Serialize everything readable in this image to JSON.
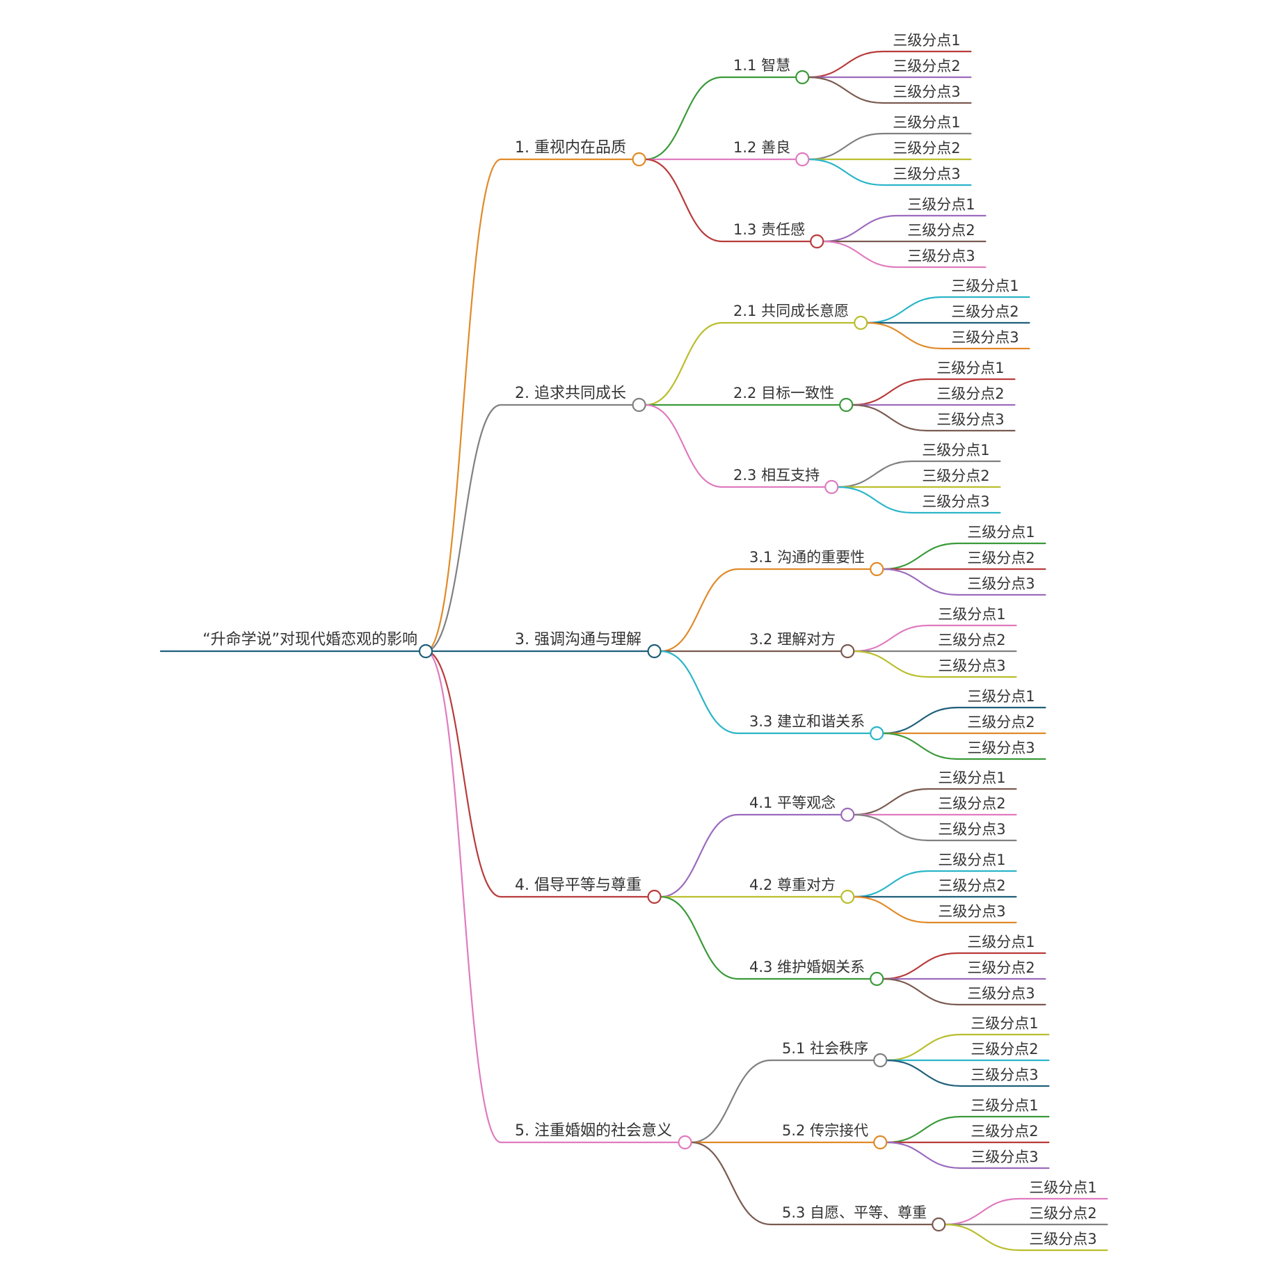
{
  "root": {
    "label": "“升命学说”对现代婚恋观的影响",
    "color": "#1f5f7a",
    "children": [
      {
        "label": "1. 重视内在品质",
        "color": "#e08a28",
        "children": [
          {
            "label": "1.1 智慧",
            "color": "#3a9a3a",
            "children": [
              {
                "label": "三级分点1",
                "color": "#b83b3b"
              },
              {
                "label": "三级分点2",
                "color": "#9b6bbd"
              },
              {
                "label": "三级分点3",
                "color": "#7a5a50"
              }
            ]
          },
          {
            "label": "1.2 善良",
            "color": "#e07bbf",
            "children": [
              {
                "label": "三级分点1",
                "color": "#808080"
              },
              {
                "label": "三级分点2",
                "color": "#b9be2c"
              },
              {
                "label": "三级分点3",
                "color": "#2ab5c8"
              }
            ]
          },
          {
            "label": "1.3 责任感",
            "color": "#b83b3b",
            "children": [
              {
                "label": "三级分点1",
                "color": "#9b6bbd"
              },
              {
                "label": "三级分点2",
                "color": "#7a5a50"
              },
              {
                "label": "三级分点3",
                "color": "#e07bbf"
              }
            ]
          }
        ]
      },
      {
        "label": "2. 追求共同成长",
        "color": "#808080",
        "children": [
          {
            "label": "2.1 共同成长意愿",
            "color": "#b9be2c",
            "children": [
              {
                "label": "三级分点1",
                "color": "#2ab5c8"
              },
              {
                "label": "三级分点2",
                "color": "#1f5f7a"
              },
              {
                "label": "三级分点3",
                "color": "#e08a28"
              }
            ]
          },
          {
            "label": "2.2 目标一致性",
            "color": "#3a9a3a",
            "children": [
              {
                "label": "三级分点1",
                "color": "#b83b3b"
              },
              {
                "label": "三级分点2",
                "color": "#9b6bbd"
              },
              {
                "label": "三级分点3",
                "color": "#7a5a50"
              }
            ]
          },
          {
            "label": "2.3 相互支持",
            "color": "#e07bbf",
            "children": [
              {
                "label": "三级分点1",
                "color": "#808080"
              },
              {
                "label": "三级分点2",
                "color": "#b9be2c"
              },
              {
                "label": "三级分点3",
                "color": "#2ab5c8"
              }
            ]
          }
        ]
      },
      {
        "label": "3. 强调沟通与理解",
        "color": "#1f5f7a",
        "children": [
          {
            "label": "3.1 沟通的重要性",
            "color": "#e08a28",
            "children": [
              {
                "label": "三级分点1",
                "color": "#3a9a3a"
              },
              {
                "label": "三级分点2",
                "color": "#b83b3b"
              },
              {
                "label": "三级分点3",
                "color": "#9b6bbd"
              }
            ]
          },
          {
            "label": "3.2 理解对方",
            "color": "#7a5a50",
            "children": [
              {
                "label": "三级分点1",
                "color": "#e07bbf"
              },
              {
                "label": "三级分点2",
                "color": "#808080"
              },
              {
                "label": "三级分点3",
                "color": "#b9be2c"
              }
            ]
          },
          {
            "label": "3.3 建立和谐关系",
            "color": "#2ab5c8",
            "children": [
              {
                "label": "三级分点1",
                "color": "#1f5f7a"
              },
              {
                "label": "三级分点2",
                "color": "#e08a28"
              },
              {
                "label": "三级分点3",
                "color": "#3a9a3a"
              }
            ]
          }
        ]
      },
      {
        "label": "4. 倡导平等与尊重",
        "color": "#b83b3b",
        "children": [
          {
            "label": "4.1 平等观念",
            "color": "#9b6bbd",
            "children": [
              {
                "label": "三级分点1",
                "color": "#7a5a50"
              },
              {
                "label": "三级分点2",
                "color": "#e07bbf"
              },
              {
                "label": "三级分点3",
                "color": "#808080"
              }
            ]
          },
          {
            "label": "4.2 尊重对方",
            "color": "#b9be2c",
            "children": [
              {
                "label": "三级分点1",
                "color": "#2ab5c8"
              },
              {
                "label": "三级分点2",
                "color": "#1f5f7a"
              },
              {
                "label": "三级分点3",
                "color": "#e08a28"
              }
            ]
          },
          {
            "label": "4.3 维护婚姻关系",
            "color": "#3a9a3a",
            "children": [
              {
                "label": "三级分点1",
                "color": "#b83b3b"
              },
              {
                "label": "三级分点2",
                "color": "#9b6bbd"
              },
              {
                "label": "三级分点3",
                "color": "#7a5a50"
              }
            ]
          }
        ]
      },
      {
        "label": "5. 注重婚姻的社会意义",
        "color": "#e07bbf",
        "children": [
          {
            "label": "5.1 社会秩序",
            "color": "#808080",
            "children": [
              {
                "label": "三级分点1",
                "color": "#b9be2c"
              },
              {
                "label": "三级分点2",
                "color": "#2ab5c8"
              },
              {
                "label": "三级分点3",
                "color": "#1f5f7a"
              }
            ]
          },
          {
            "label": "5.2 传宗接代",
            "color": "#e08a28",
            "children": [
              {
                "label": "三级分点1",
                "color": "#3a9a3a"
              },
              {
                "label": "三级分点2",
                "color": "#b83b3b"
              },
              {
                "label": "三级分点3",
                "color": "#9b6bbd"
              }
            ]
          },
          {
            "label": "5.3 自愿、平等、尊重",
            "color": "#7a5a50",
            "children": [
              {
                "label": "三级分点1",
                "color": "#e07bbf"
              },
              {
                "label": "三级分点2",
                "color": "#808080"
              },
              {
                "label": "三级分点3",
                "color": "#b9be2c"
              }
            ]
          }
        ]
      }
    ]
  }
}
